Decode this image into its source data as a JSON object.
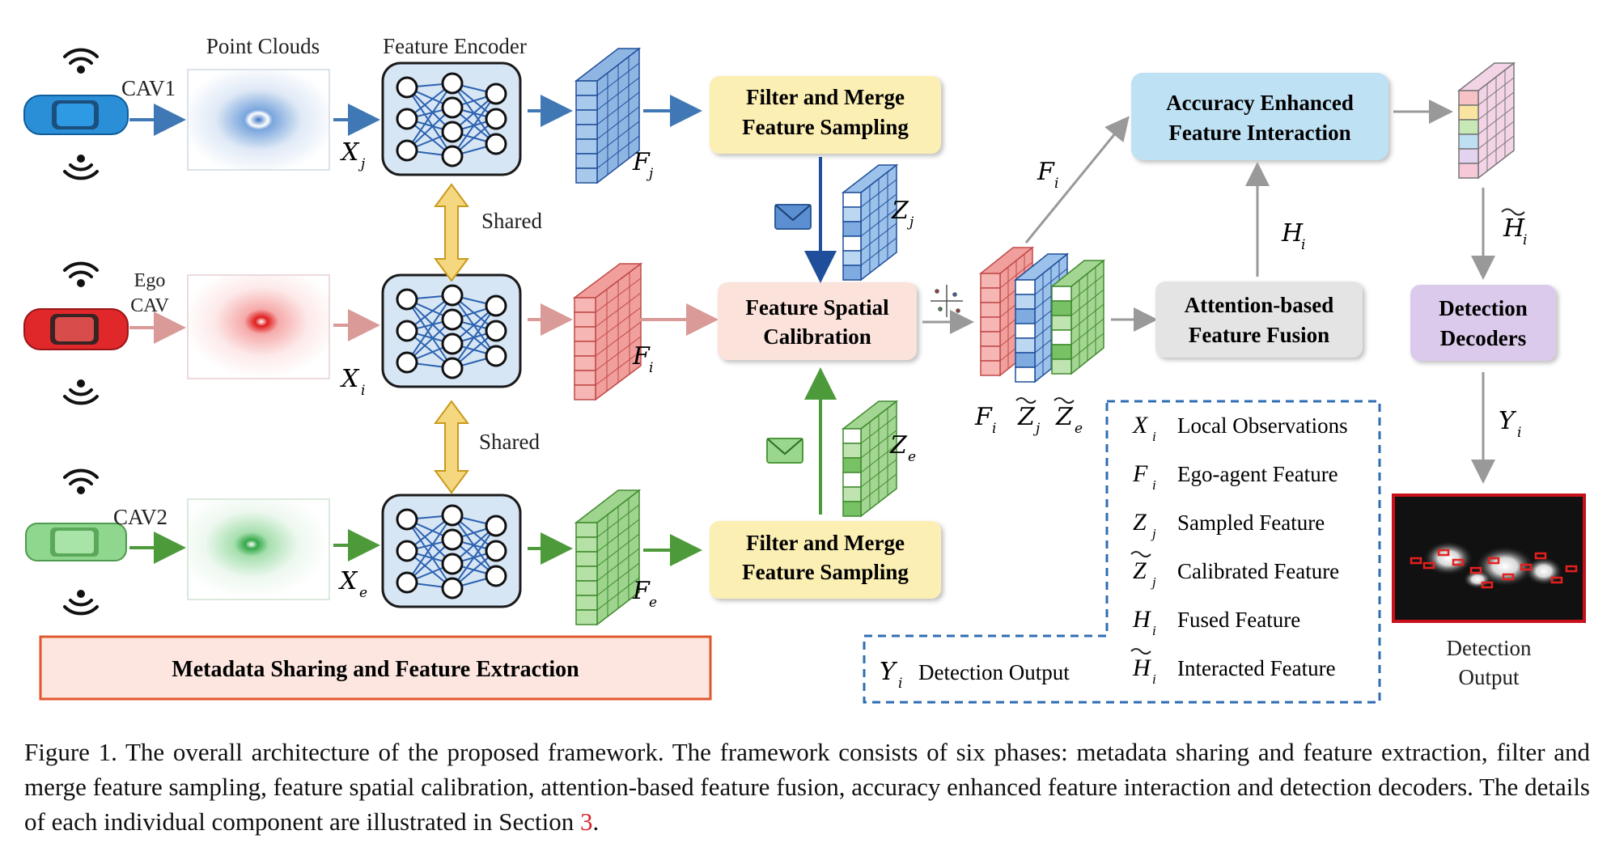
{
  "labels": {
    "point_clouds": "Point Clouds",
    "feature_encoder": "Feature Encoder",
    "cav1": "CAV1",
    "ego_line1": "Ego",
    "ego_line2": "CAV",
    "cav2": "CAV2",
    "shared_top": "Shared",
    "shared_bottom": "Shared",
    "detection_output_line1": "Detection",
    "detection_output_line2": "Output"
  },
  "symbols": {
    "x_j": "X",
    "x_j_sub": "j",
    "x_i": "X",
    "x_i_sub": "i",
    "x_e": "X",
    "x_e_sub": "e",
    "f_j": "F",
    "f_j_sub": "j",
    "f_i": "F",
    "f_i_sub": "i",
    "f_e": "F",
    "f_e_sub": "e",
    "z_j": "Z",
    "z_j_sub": "j",
    "z_e": "Z",
    "z_e_sub": "e",
    "stack_f": "F",
    "stack_f_sub": "i",
    "stack_zj": "Z",
    "stack_zj_sub": "j",
    "stack_ze": "Z",
    "stack_ze_sub": "e",
    "f_i_up": "F",
    "f_i_up_sub": "i",
    "h_i": "H",
    "h_i_sub": "i",
    "h_tilde": "H",
    "h_tilde_sub": "i",
    "y_i": "Y",
    "y_i_sub": "i"
  },
  "boxes": {
    "filter_top_line1": "Filter and Merge",
    "filter_top_line2": "Feature Sampling",
    "filter_bottom_line1": "Filter and Merge",
    "filter_bottom_line2": "Feature Sampling",
    "calibration_line1": "Feature Spatial",
    "calibration_line2": "Calibration",
    "accuracy_line1": "Accuracy Enhanced",
    "accuracy_line2": "Feature Interaction",
    "attention_line1": "Attention-based",
    "attention_line2": "Feature Fusion",
    "decoders_line1": "Detection",
    "decoders_line2": "Decoders",
    "metadata": "Metadata Sharing and Feature Extraction"
  },
  "legend": [
    {
      "sym": "X",
      "sub": "i",
      "tilde": false,
      "text": "Local Observations"
    },
    {
      "sym": "F",
      "sub": "i",
      "tilde": false,
      "text": "Ego-agent Feature"
    },
    {
      "sym": "Z",
      "sub": "j",
      "tilde": false,
      "text": "Sampled  Feature"
    },
    {
      "sym": "Z",
      "sub": "j",
      "tilde": true,
      "text": "Calibrated Feature"
    },
    {
      "sym": "H",
      "sub": "i",
      "tilde": false,
      "text": "Fused Feature"
    },
    {
      "sym": "H",
      "sub": "i",
      "tilde": true,
      "text": "Interacted Feature"
    }
  ],
  "legend_output": {
    "sym": "Y",
    "sub": "i",
    "text": "Detection Output"
  },
  "caption": {
    "text": "Figure 1.  The overall architecture of the proposed framework.  The framework consists of six phases: metadata sharing and feature extraction, filter and merge feature sampling, feature spatial calibration, attention-based feature fusion, accuracy enhanced feature interaction and detection decoders. The details of each individual component are illustrated in Section ",
    "ref": "3",
    "end": "."
  },
  "colors": {
    "blue": "#3f78b5",
    "red": "#e06c6c",
    "green": "#67b454",
    "yellow_box": "#fcefb4",
    "pink_box": "#fbe2da",
    "blue_box": "#bfe1f4",
    "gray_box": "#e4e4e4",
    "purple_box": "#dccaec",
    "metadata_border": "#e0572d",
    "metadata_fill": "#fde6df",
    "legend_border": "#2f6db3",
    "caption_ref": "#d9232a"
  },
  "icons": [
    "car-blue-icon",
    "car-red-icon",
    "car-green-icon",
    "wifi-icon",
    "envelope-icon",
    "neural-net-icon",
    "feature-cube-icon"
  ]
}
